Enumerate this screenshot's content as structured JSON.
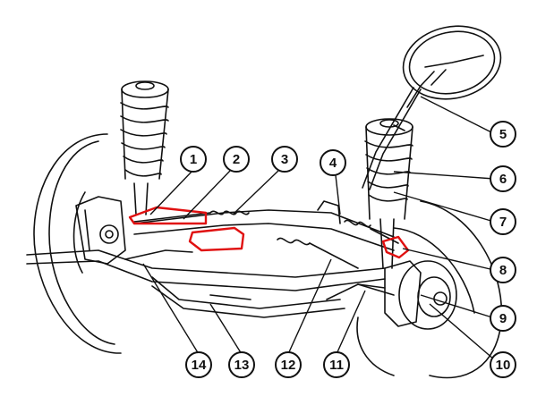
{
  "callouts": [
    {
      "id": "1",
      "label": "1"
    },
    {
      "id": "2",
      "label": "2"
    },
    {
      "id": "3",
      "label": "3"
    },
    {
      "id": "4",
      "label": "4"
    },
    {
      "id": "5",
      "label": "5"
    },
    {
      "id": "6",
      "label": "6"
    },
    {
      "id": "7",
      "label": "7"
    },
    {
      "id": "8",
      "label": "8"
    },
    {
      "id": "9",
      "label": "9"
    },
    {
      "id": "10",
      "label": "10"
    },
    {
      "id": "11",
      "label": "11"
    },
    {
      "id": "12",
      "label": "12"
    },
    {
      "id": "13",
      "label": "13"
    },
    {
      "id": "14",
      "label": "14"
    }
  ],
  "colors": {
    "line": "#111111",
    "highlight": "#e01010",
    "background": "#ffffff"
  }
}
